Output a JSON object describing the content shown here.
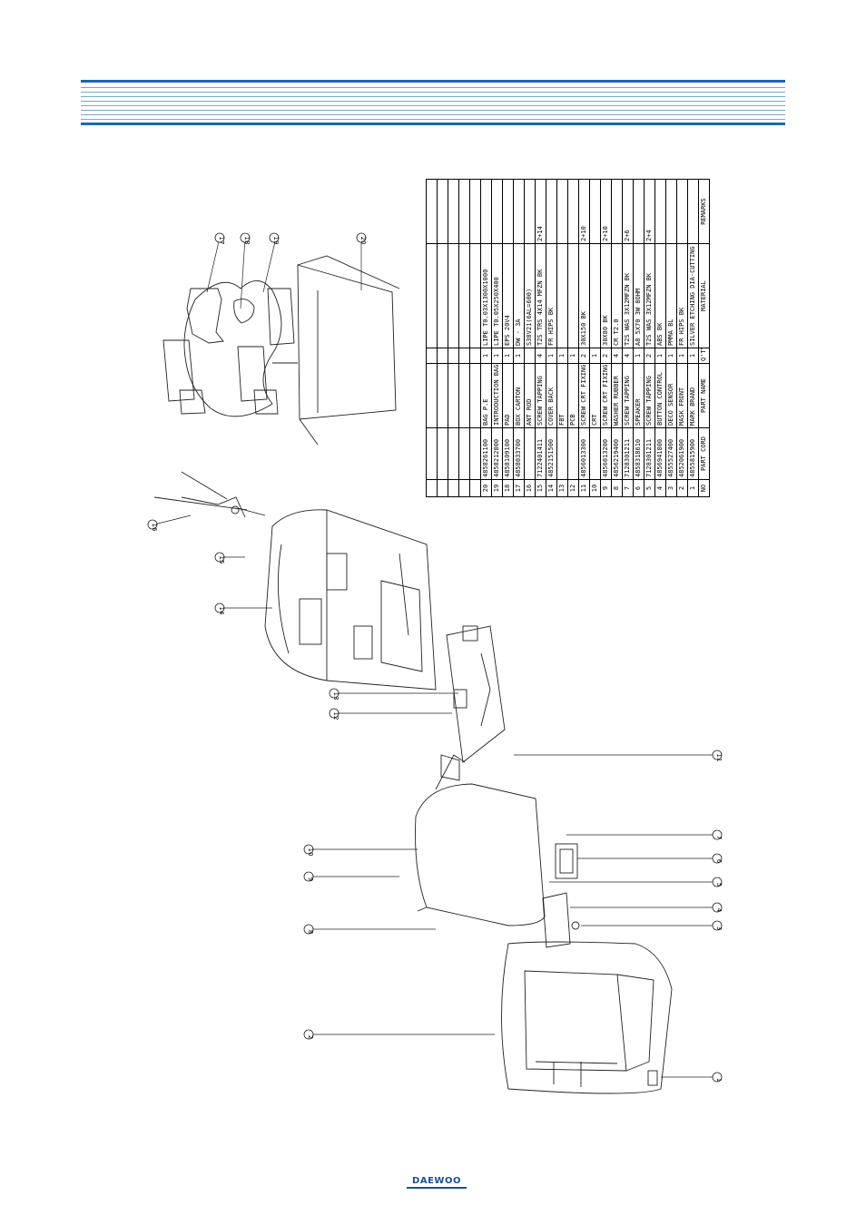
{
  "brand": {
    "logo_text": "DAEWOO",
    "color": "#1b4f99"
  },
  "colors": {
    "header_rule": "#7aa6cf",
    "header_rule_thick": "#1b67b3",
    "line_art": "#222222"
  },
  "parts_table": {
    "headers": {
      "no": "NO",
      "code": "PART CORD",
      "name": "PART NAME",
      "qty": "Q'TY",
      "material": "MATERIAL",
      "remarks": "REMARKS"
    },
    "rows": [
      {
        "no": "20",
        "code": "4858261100",
        "name": "BAG P.E",
        "qty": "1",
        "material": "LIPE T0.03X1300X1000",
        "remarks": ""
      },
      {
        "no": "19",
        "code": "4858212800",
        "name": "INTRODUCTION BAG",
        "qty": "1",
        "material": "LIPE T0.05X250X400",
        "remarks": ""
      },
      {
        "no": "18",
        "code": "4858109100",
        "name": "PAD",
        "qty": "1",
        "material": "EPS 20V4",
        "remarks": ""
      },
      {
        "no": "17",
        "code": "4858033700",
        "name": "BOX CARTON",
        "qty": "1",
        "material": "DW - 3A",
        "remarks": ""
      },
      {
        "no": "16",
        "code": "",
        "name": "ANT ROD",
        "qty": "",
        "material": "S38V21(6AL=600)",
        "remarks": ""
      },
      {
        "no": "15",
        "code": "7122401411",
        "name": "SCREW TAPPING",
        "qty": "4",
        "material": "T2S TRS 4X14 MFZN BK",
        "remarks": "2+14"
      },
      {
        "no": "14",
        "code": "4852151500",
        "name": "COVER BACK",
        "qty": "1",
        "material": "FR HIPS BK",
        "remarks": ""
      },
      {
        "no": "13",
        "code": "",
        "name": "FBT",
        "qty": "1",
        "material": "",
        "remarks": ""
      },
      {
        "no": "12",
        "code": "",
        "name": "PCB",
        "qty": "1",
        "material": "",
        "remarks": ""
      },
      {
        "no": "11",
        "code": "4856013300",
        "name": "SCREW CRT FIXING AS",
        "qty": "2",
        "material": "30X150 BK",
        "remarks": "2+10"
      },
      {
        "no": "10",
        "code": "",
        "name": "CRT",
        "qty": "1",
        "material": "",
        "remarks": ""
      },
      {
        "no": "9",
        "code": "4856013200",
        "name": "SCREW CRT FIXING AS",
        "qty": "2",
        "material": "30X80 BK",
        "remarks": "2+10"
      },
      {
        "no": "8",
        "code": "4856219400",
        "name": "WASHER RUBBER",
        "qty": "4",
        "material": "CR T2.0",
        "remarks": ""
      },
      {
        "no": "7",
        "code": "7128301211",
        "name": "SCREW TAPPING",
        "qty": "4",
        "material": "T2S WAS 3X12MFZN BK",
        "remarks": "2+6"
      },
      {
        "no": "6",
        "code": "4858318610",
        "name": "SPEAKER",
        "qty": "1",
        "material": "A8 5X70 3W 8OHM",
        "remarks": ""
      },
      {
        "no": "5",
        "code": "7128301211",
        "name": "SCREW TAPPING",
        "qty": "2",
        "material": "T2S WAS 3X12MFZN BK",
        "remarks": "2+4"
      },
      {
        "no": "4",
        "code": "4856941800",
        "name": "BUTTON CONTROL",
        "qty": "1",
        "material": "ABS BK",
        "remarks": ""
      },
      {
        "no": "3",
        "code": "4855527400",
        "name": "DECO SENSOR",
        "qty": "1",
        "material": "PMMA BL",
        "remarks": ""
      },
      {
        "no": "2",
        "code": "4852061900",
        "name": "MASK FRONT",
        "qty": "1",
        "material": "FR HIPS BK",
        "remarks": ""
      },
      {
        "no": "1",
        "code": "4855815900",
        "name": "MARK BRAND",
        "qty": "1",
        "material": "SILVER ETCHING DIA-CUTTING",
        "remarks": ""
      }
    ]
  },
  "callouts": [
    "1",
    "2",
    "3",
    "4",
    "5",
    "6",
    "7",
    "8",
    "9",
    "10",
    "11",
    "12",
    "13",
    "14",
    "15",
    "16",
    "17",
    "18",
    "19",
    "20"
  ]
}
